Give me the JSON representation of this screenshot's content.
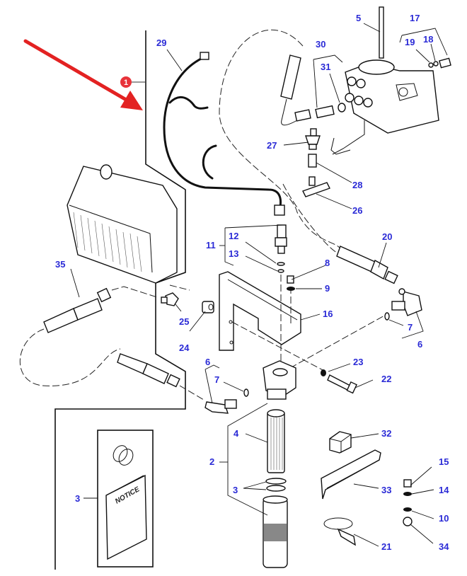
{
  "diagram": {
    "type": "exploded-parts-diagram",
    "callout": {
      "label": "1",
      "color": "#e8333a"
    },
    "arrow_color": "#e32222",
    "label_color": "#2a2ad6",
    "notice_text": "NOTICE",
    "labels": {
      "p29": "29",
      "p5": "5",
      "p17": "17",
      "p19": "19",
      "p18": "18",
      "p30": "30",
      "p31": "31",
      "p27": "27",
      "p28": "28",
      "p26": "26",
      "p11": "11",
      "p12": "12",
      "p13": "13",
      "p8": "8",
      "p9": "9",
      "p16": "16",
      "p20": "20",
      "p7a": "7",
      "p6a": "6",
      "p35": "35",
      "p25": "25",
      "p24": "24",
      "p6b": "6",
      "p7b": "7",
      "p23": "23",
      "p22": "22",
      "p4": "4",
      "p2": "2",
      "p3a": "3",
      "p3b": "3",
      "p32": "32",
      "p33": "33",
      "p21": "21",
      "p15": "15",
      "p14": "14",
      "p10": "10",
      "p34": "34"
    }
  }
}
